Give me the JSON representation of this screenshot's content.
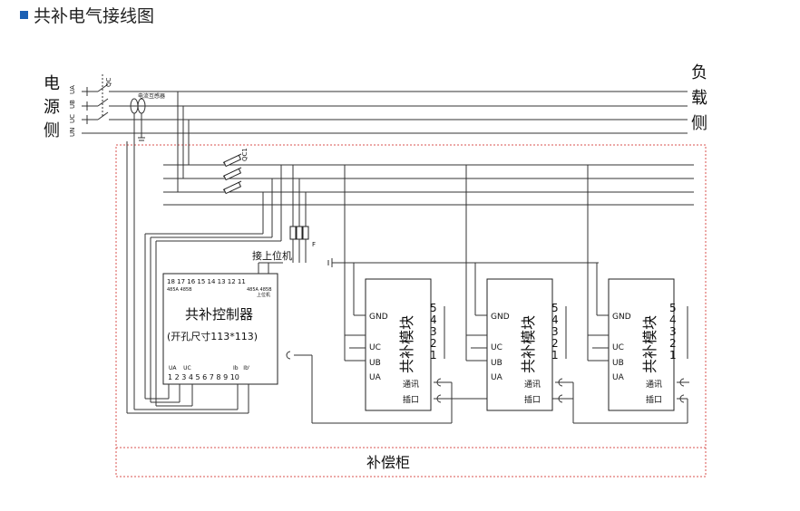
{
  "title": "共补电气接线图",
  "accent_color": "#1a5fb4",
  "source_side": [
    "电",
    "源",
    "侧"
  ],
  "load_side": [
    "负",
    "载",
    "侧"
  ],
  "phase_labels": [
    "UA",
    "UB",
    "UC",
    "UN"
  ],
  "switch_qc": "QC",
  "switch_qc1": "QC1",
  "ct_label": "电流互感器",
  "fuse_label": "F",
  "upper_pc_label": "接上位机",
  "controller": {
    "title": "共补控制器",
    "size_note": "(开孔尺寸113*113)",
    "top_numbers": "18 17 16 15 14 13 12 11",
    "top_left_sub": "485A 485B",
    "top_right_sub": "485A 485B",
    "top_right_sub2": "上位机",
    "bottom_labels_left": "UA    UC",
    "bottom_labels_right": "Ib   Ib'",
    "bottom_numbers": "1 2 3 4 5 6 7 8 9 10"
  },
  "modules": [
    {
      "title": "共补模块",
      "gnd": "GND",
      "uc": "UC",
      "ub": "UB",
      "ua": "UA",
      "comm": "通讯",
      "socket": "插口",
      "nums": [
        "5",
        "4",
        "3",
        "2",
        "1"
      ]
    },
    {
      "title": "共补模块",
      "gnd": "GND",
      "uc": "UC",
      "ub": "UB",
      "ua": "UA",
      "comm": "通讯",
      "socket": "插口",
      "nums": [
        "5",
        "4",
        "3",
        "2",
        "1"
      ]
    },
    {
      "title": "共补模块",
      "gnd": "GND",
      "uc": "UC",
      "ub": "UB",
      "ua": "UA",
      "comm": "通讯",
      "socket": "插口",
      "nums": [
        "5",
        "4",
        "3",
        "2",
        "1"
      ]
    }
  ],
  "cabinet_label": "补偿柜",
  "dash_color": "#d9534f"
}
